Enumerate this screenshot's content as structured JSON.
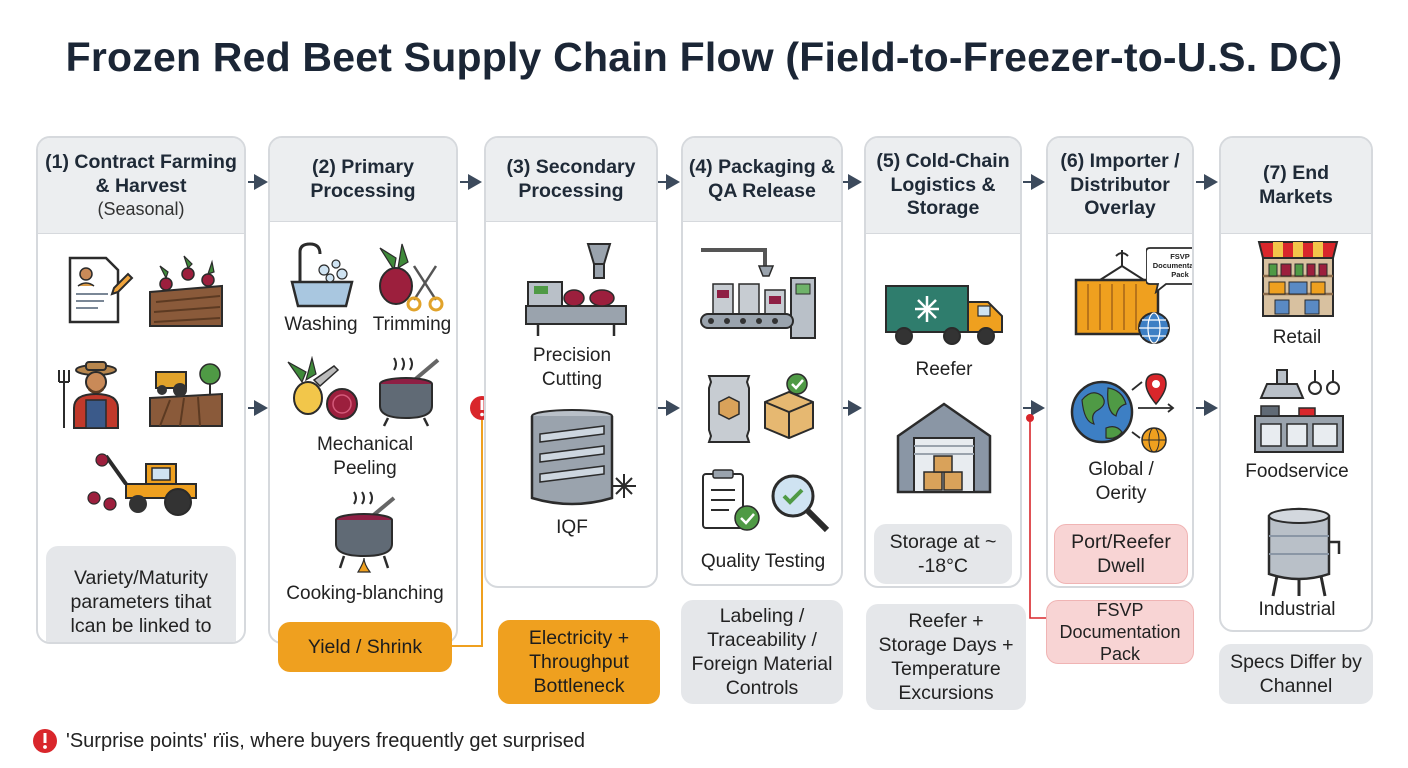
{
  "title": "Frozen Red Beet Supply Chain Flow (Field-to-Freezer-to-U.S. DC)",
  "stages": [
    {
      "header": "(1) Contract Farming & Harvest",
      "subheader": "(Seasonal)",
      "note": "Variety/Maturity parameters tihat lcan be linked to expected Color / Brix / Texture"
    },
    {
      "header": "(2) Primary Processing",
      "labels": [
        "Washing",
        "Trimming",
        "Mechanical Peeling",
        "Cooking-blanching"
      ],
      "callout": "Yield / Shrink"
    },
    {
      "header": "(3) Secondary Processing",
      "labels": [
        "Precision Cutting",
        "IQF"
      ],
      "callout": "Electricity + Throughput Bottleneck"
    },
    {
      "header": "(4) Packaging & QA Release",
      "labels": [
        "Quality Testing"
      ],
      "note": "Labeling / Traceability / Foreign Material Controls"
    },
    {
      "header": "(5) Cold-Chain Logistics & Storage",
      "labels": [
        "Reefer",
        "Storage at ~ -18°C"
      ],
      "note": "Reefer + Storage Days + Temperature Excursions"
    },
    {
      "header": "(6) Importer / Distributor Overlay",
      "bubble": "FSVP Documentation Pack",
      "labels": [
        "Global / Oerity"
      ],
      "callout_inner": "Port/Reefer Dwell",
      "callout": "FSVP Documentation Pack"
    },
    {
      "header": "(7) End Markets",
      "labels": [
        "Retail",
        "Foodservice",
        "Industrial"
      ],
      "note": "Specs Differ by Channel"
    }
  ],
  "legend": {
    "mark": "!",
    "text": "'Surprise points' rïis, where buyers frequently get surprised"
  },
  "colors": {
    "accent_orange": "#efa01f",
    "alert_red": "#d9262b",
    "pink": "#f8d4d4",
    "header_grey": "#eceef0",
    "note_grey": "#e5e7ea"
  },
  "icons": [
    "contract-icon",
    "beet-field-icon",
    "farmer-icon",
    "tractor-icon",
    "harvester-icon",
    "wash-basin-icon",
    "beet-scissors-icon",
    "knife-beet-icon",
    "cooking-pot-icon",
    "cutting-machine-icon",
    "spiral-freezer-icon",
    "packaging-line-icon",
    "package-box-icon",
    "checklist-icon",
    "magnifier-check-icon",
    "reefer-truck-icon",
    "warehouse-icon",
    "container-crane-icon",
    "globe-icon",
    "retail-store-icon",
    "kitchen-icon",
    "industrial-tank-icon"
  ]
}
